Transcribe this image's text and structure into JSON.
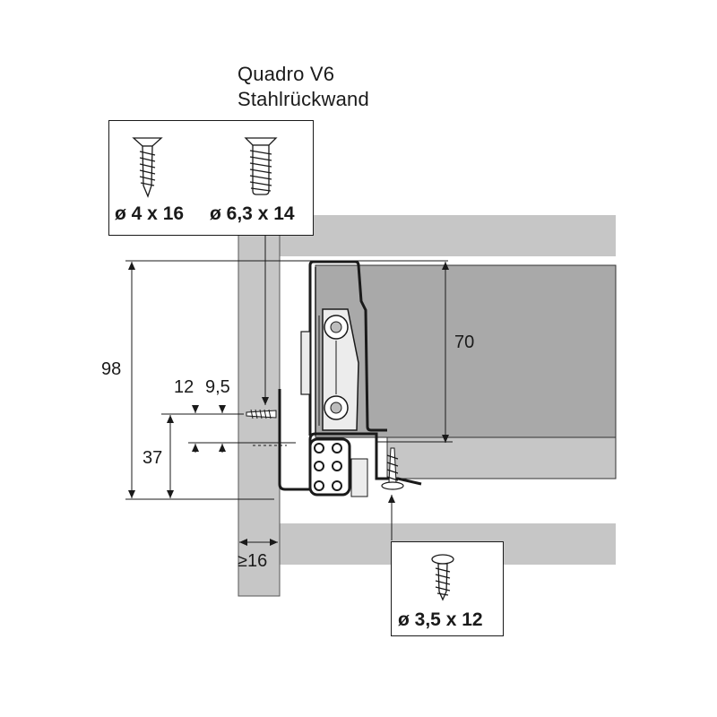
{
  "title": {
    "line1": "Quadro V6",
    "line2": "Stahlrückwand"
  },
  "screws": {
    "top_left": "ø 4 x 16",
    "top_right": "ø 6,3 x 14",
    "bottom": "ø 3,5 x 12"
  },
  "dimensions": {
    "total_height": "98",
    "drawer_side_height": "70",
    "offset_12": "12",
    "offset_9_5": "9,5",
    "height_37": "37",
    "panel_thickness": "≥16"
  },
  "colors": {
    "light_panel": "#c6c6c6",
    "dark_panel": "#a9a9a9",
    "line": "#1a1a1a",
    "bracket_fill": "#ececec"
  }
}
